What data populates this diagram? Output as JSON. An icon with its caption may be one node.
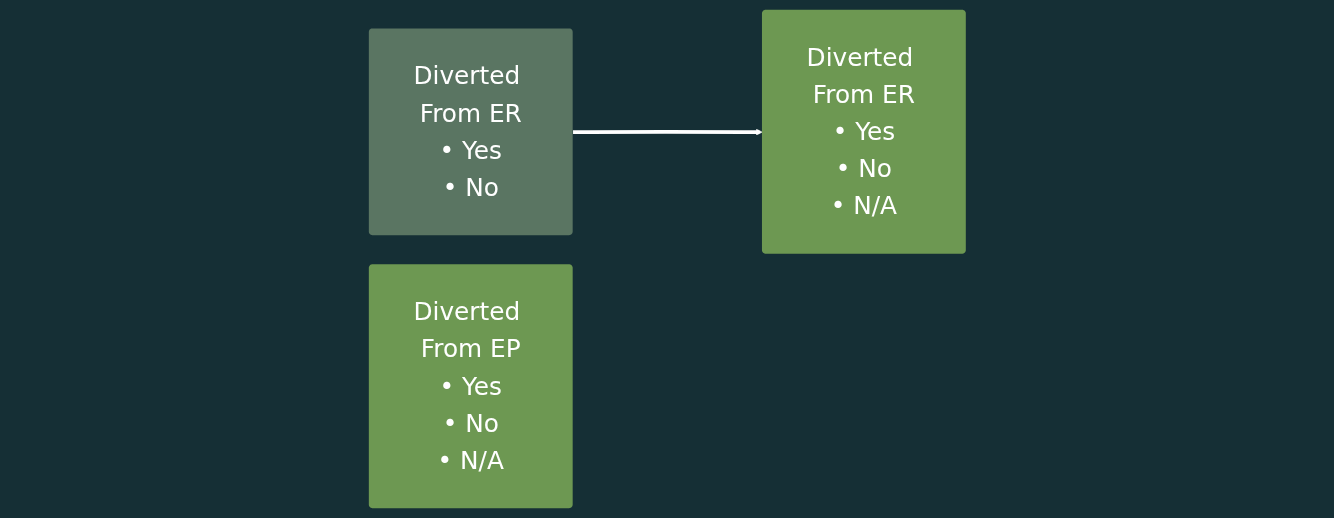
{
  "diagram": {
    "nodes": [
      {
        "text": [
          "Diverted From ER",
          "• Yes",
          "• No"
        ]
      },
      {
        "text": [
          "Diverted From ER",
          "• Yes",
          "• No",
          "• N/A"
        ]
      },
      {
        "text": [
          "Diverted From EP",
          "• Yes",
          "• No",
          "• N/A"
        ]
      }
    ],
    "edges": [
      {
        "from": 0,
        "to": 1,
        "arrow": "to"
      }
    ]
  }
}
